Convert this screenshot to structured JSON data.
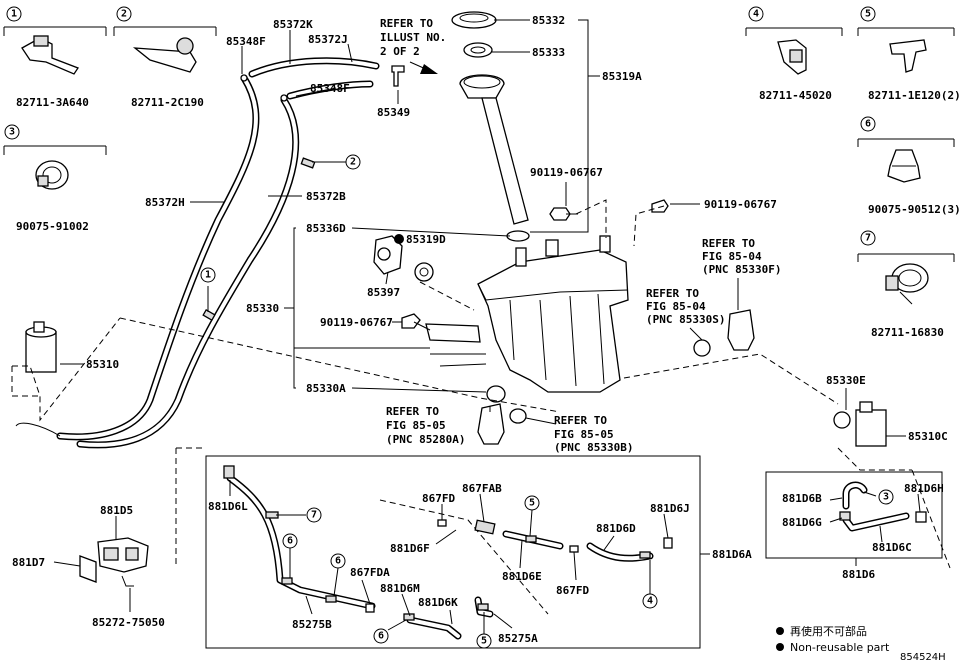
{
  "callout_refs": {
    "c1": "1",
    "c2": "2",
    "c3": "3",
    "c4": "4",
    "c5": "5",
    "c6": "6",
    "c7": "7"
  },
  "part_numbers": {
    "p_82711_3A640": "82711-3A640",
    "p_82711_2C190": "82711-2C190",
    "p_90075_91002": "90075-91002",
    "p_85348F_a": "85348F",
    "p_85372K": "85372K",
    "p_85372J": "85372J",
    "p_85348F_b": "85348F",
    "p_85349": "85349",
    "p_85372H": "85372H",
    "p_85372B": "85372B",
    "p_85332": "85332",
    "p_85333": "85333",
    "p_85319A": "85319A",
    "p_90119_06767_a": "90119-06767",
    "p_90119_06767_b": "90119-06767",
    "p_85336D": "85336D",
    "p_85319D": "85319D",
    "p_85397": "85397",
    "p_85330": "85330",
    "p_90119_06767_c": "90119-06767",
    "p_85330A": "85330A",
    "p_85310": "85310",
    "p_82711_45020": "82711-45020",
    "p_82711_1E120": "82711-1E120(2)",
    "p_90075_90512": "90075-90512(3)",
    "p_82711_16830": "82711-16830",
    "p_85330E": "85330E",
    "p_85310C": "85310C",
    "p_881D5": "881D5",
    "p_881D7": "881D7",
    "p_85272_75050": "85272-75050",
    "p_881D6L": "881D6L",
    "p_867FD_a": "867FD",
    "p_867FAB": "867FAB",
    "p_881D6F": "881D6F",
    "p_881D6E": "881D6E",
    "p_867FD_b": "867FD",
    "p_881D6D": "881D6D",
    "p_881D6J": "881D6J",
    "p_881D6A": "881D6A",
    "p_85275B": "85275B",
    "p_867FDA": "867FDA",
    "p_881D6M": "881D6M",
    "p_881D6K": "881D6K",
    "p_85275A": "85275A",
    "p_881D6B": "881D6B",
    "p_881D6H": "881D6H",
    "p_881D6G": "881D6G",
    "p_881D6C": "881D6C",
    "p_881D6": "881D6"
  },
  "refer_notes": {
    "illust": [
      "REFER TO",
      "ILLUST NO.",
      "2 OF 2"
    ],
    "fig_85330F": [
      "REFER TO",
      "FIG 85-04",
      "(PNC 85330F)"
    ],
    "fig_85330S": [
      "REFER TO",
      "FIG 85-04",
      "(PNC 85330S)"
    ],
    "fig_85280A": [
      "REFER TO",
      "FIG 85-05",
      "(PNC 85280A)"
    ],
    "fig_85330B": [
      "REFER TO",
      "FIG 85-05",
      "(PNC 85330B)"
    ]
  },
  "legend": {
    "jp_label": "再使用不可部品",
    "en_label": "Non-reusable part"
  },
  "illustration_code": "854524H"
}
